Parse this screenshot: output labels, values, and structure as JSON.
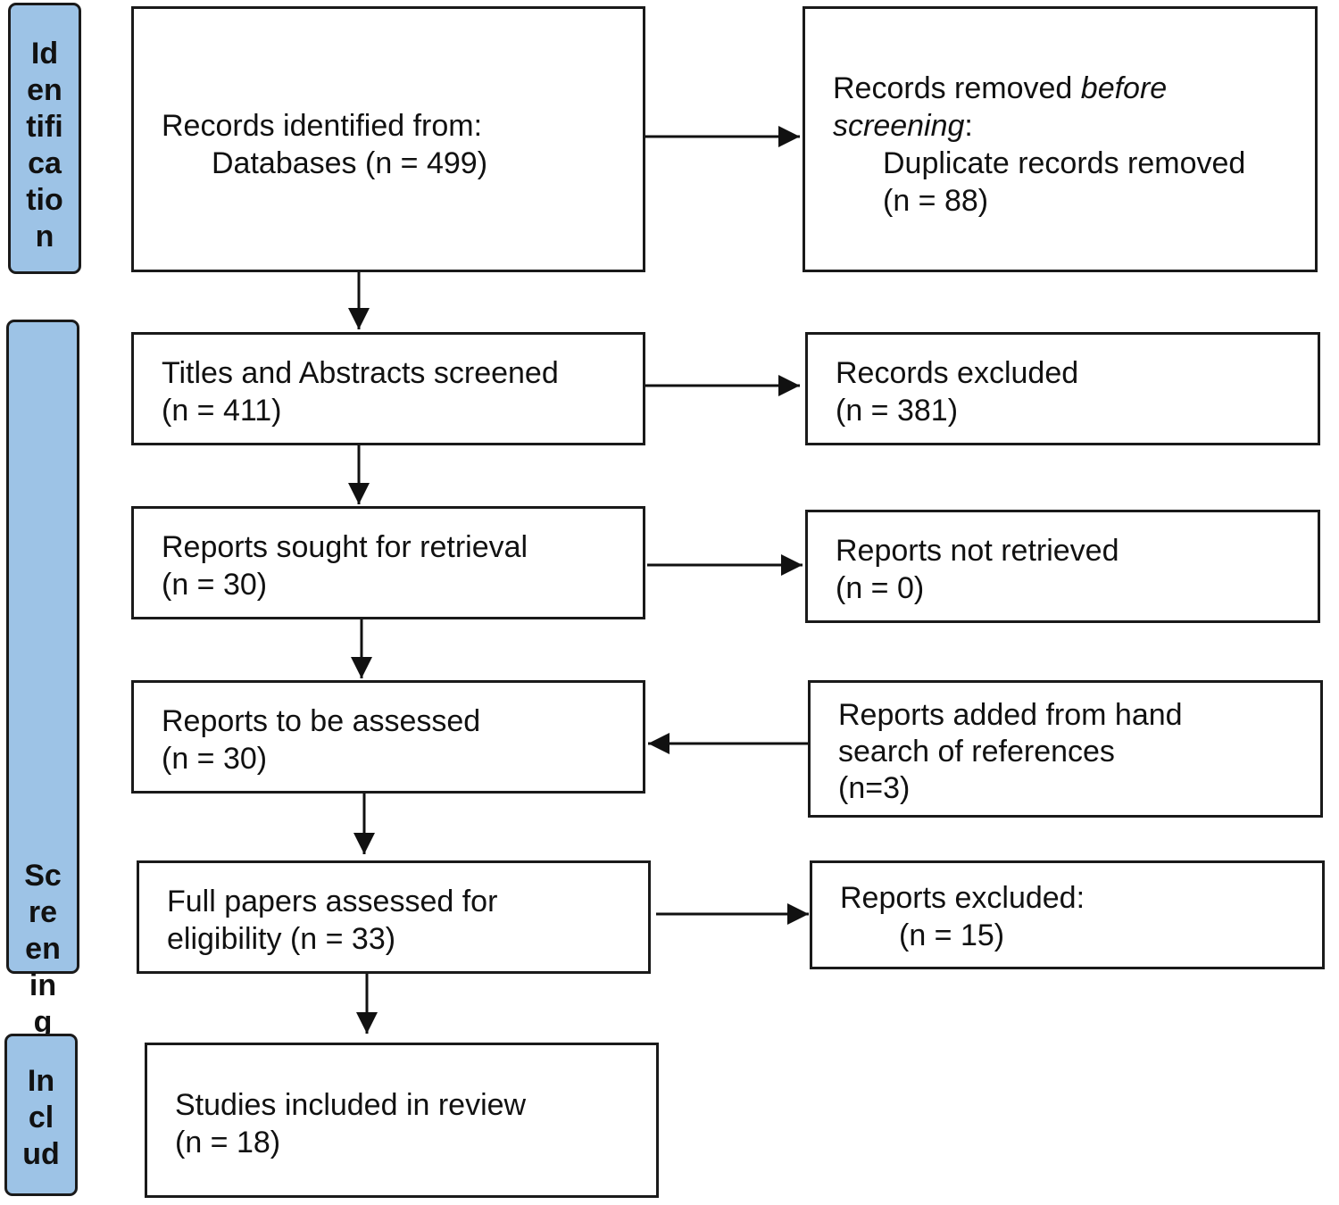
{
  "colors": {
    "phase_fill": "#9dc3e6",
    "line": "#1a1a1a"
  },
  "phases": {
    "identification": [
      "Id",
      "en",
      "tifi",
      "ca",
      "tio",
      "n"
    ],
    "screening": [
      "Sc",
      "re",
      "en",
      "in",
      "g"
    ],
    "included": [
      "In",
      "cl",
      "ud"
    ]
  },
  "boxes": {
    "identified": {
      "line1": "Records identified from:",
      "line2": "Databases (n = 499)"
    },
    "removed": {
      "line1_a": "Records removed ",
      "line1_b": "before",
      "line2_a": "screening",
      "line2_b": ":",
      "line3": "Duplicate records removed",
      "line4": "(n = 88)"
    },
    "screened": {
      "line1": "Titles and Abstracts screened",
      "line2": "(n = 411)"
    },
    "excluded_records": {
      "line1": "Records excluded",
      "line2": "(n = 381)"
    },
    "sought": {
      "line1": "Reports sought for retrieval",
      "line2": "(n = 30)"
    },
    "not_retrieved": {
      "line1": "Reports not retrieved",
      "line2": "(n = 0)"
    },
    "to_assess": {
      "line1": "Reports to be assessed",
      "line2": "(n = 30)"
    },
    "hand_search": {
      "line1": "Reports added from hand",
      "line2": "search of references",
      "line3": "(n=3)"
    },
    "full_papers": {
      "line1": "Full papers assessed for",
      "line2": "eligibility (n = 33)"
    },
    "excluded_reports": {
      "line1": "Reports excluded:",
      "line2": "(n = 15)"
    },
    "included": {
      "line1": "Studies included in review",
      "line2": "(n = 18)"
    }
  }
}
